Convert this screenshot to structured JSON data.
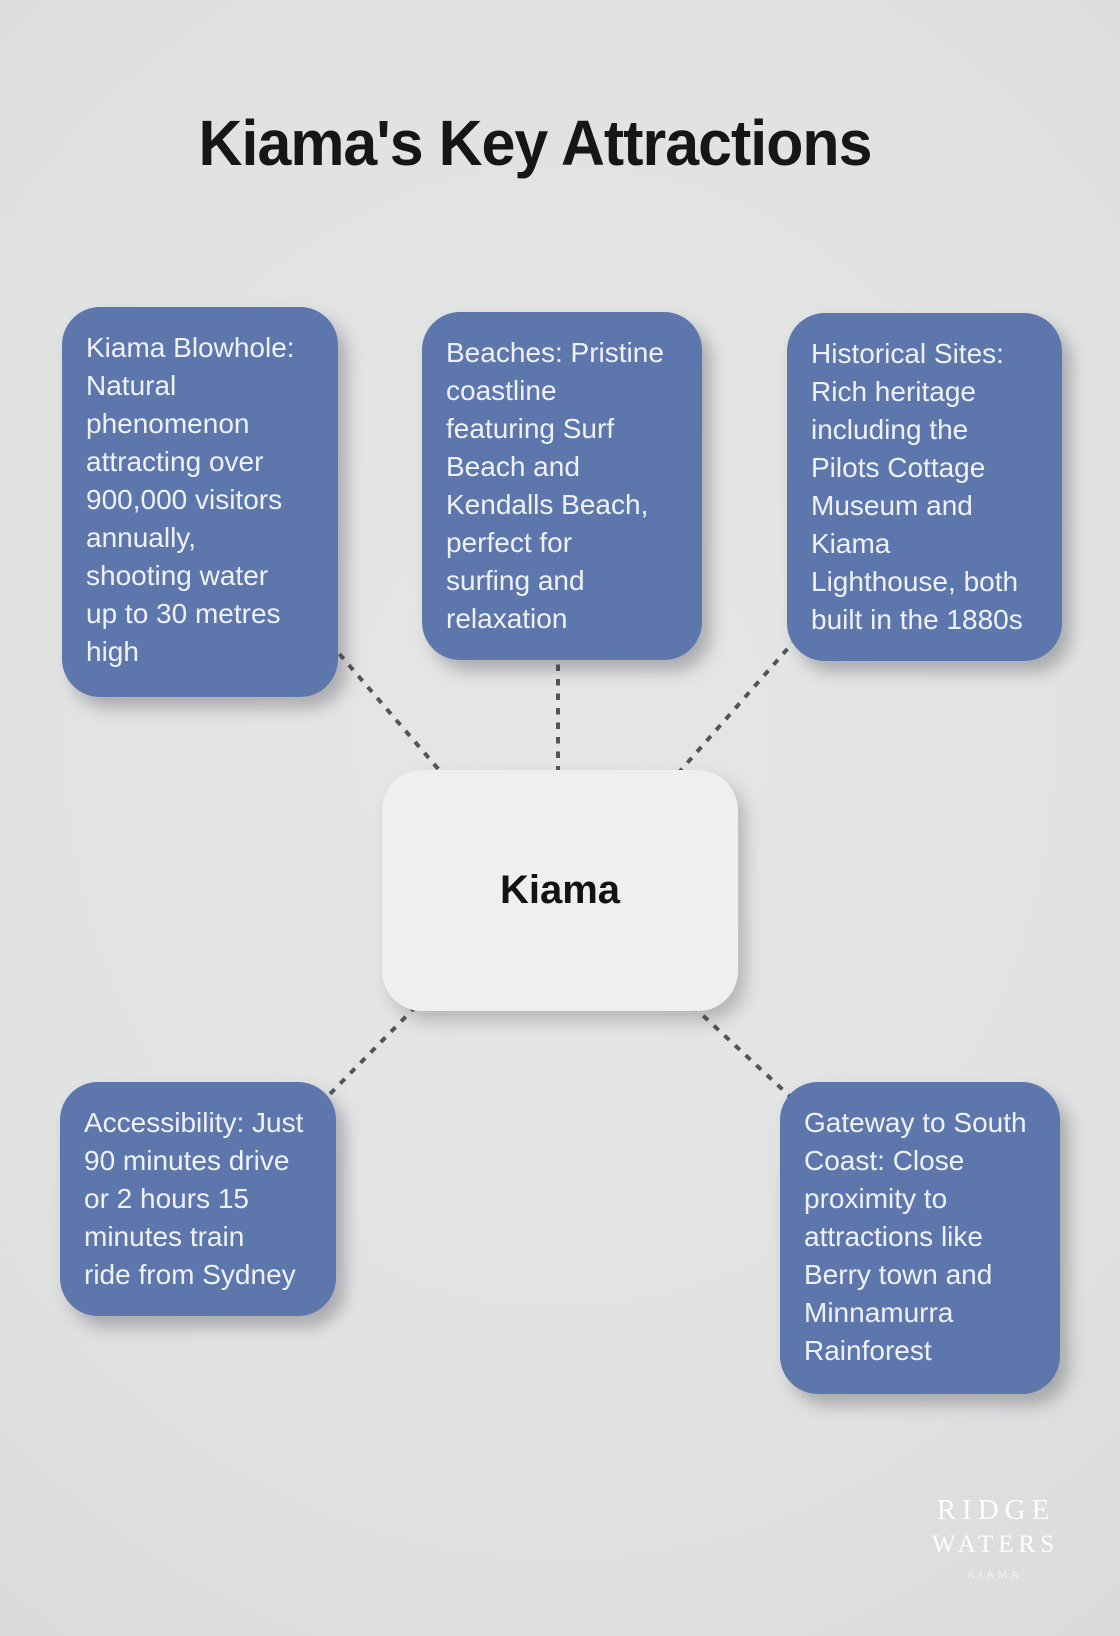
{
  "page": {
    "title": "Kiama's Key Attractions"
  },
  "diagram": {
    "center": {
      "label": "Kiama"
    },
    "nodes": [
      {
        "id": "kiama-blowhole",
        "text": "Kiama Blowhole:\nNatural\nphenomenon\nattracting over\n900,000 visitors\nannually,\nshooting water\nup to 30 metres\nhigh"
      },
      {
        "id": "beaches",
        "text": "Beaches: Pristine\ncoastline\nfeaturing Surf\nBeach and\nKendalls Beach,\nperfect for\nsurfing and\nrelaxation"
      },
      {
        "id": "historical-sites",
        "text": "Historical Sites:\nRich heritage\nincluding the\nPilots Cottage\nMuseum and\nKiama\nLighthouse, both\nbuilt in the 1880s"
      },
      {
        "id": "accessibility",
        "text": "Accessibility: Just\n90 minutes drive\nor 2 hours 15\nminutes train\nride from Sydney"
      },
      {
        "id": "gateway-south-coast",
        "text": "Gateway to South\nCoast: Close\nproximity to\nattractions like\nBerry town and\nMinnamurra\nRainforest"
      }
    ],
    "colors": {
      "node_fill": "#5d77ad",
      "node_text": "#eef1f7",
      "center_fill": "#efeff1",
      "center_text": "#121212",
      "connector": "#535456",
      "background": "#e1e2e2"
    }
  },
  "watermark": {
    "brand_line1": "RIDGE",
    "brand_line2": "WATERS",
    "brand_line3": "KIAMA"
  }
}
